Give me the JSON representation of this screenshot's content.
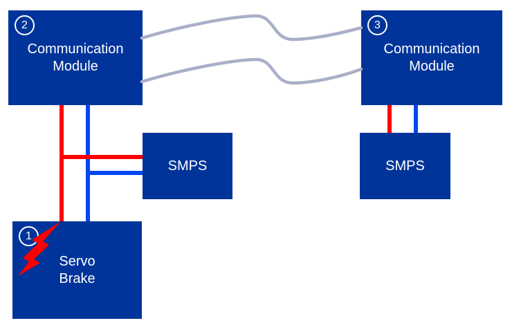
{
  "diagram": {
    "nodes": {
      "comm_left": {
        "badge": "2",
        "label": [
          "Communication",
          "Module"
        ]
      },
      "comm_right": {
        "badge": "3",
        "label": [
          "Communication",
          "Module"
        ]
      },
      "smps_left": {
        "label": [
          "SMPS"
        ]
      },
      "smps_right": {
        "label": [
          "SMPS"
        ]
      },
      "servo_brake": {
        "badge": "1",
        "label": [
          "Servo",
          "Brake"
        ]
      }
    },
    "links": [
      {
        "id": "wireless-top",
        "from": "comm_left",
        "to": "comm_right",
        "type": "wireless",
        "color": "#a9afc7"
      },
      {
        "id": "wireless-bottom",
        "from": "comm_left",
        "to": "comm_right",
        "type": "wireless",
        "color": "#a9afc7"
      },
      {
        "id": "red-feed-left",
        "from": "comm_left",
        "to": "servo_brake",
        "type": "wire",
        "color": "#ff0000"
      },
      {
        "id": "red-branch-left",
        "from": "red-feed-left",
        "to": "smps_left",
        "type": "wire",
        "color": "#ff0000"
      },
      {
        "id": "blue-feed-left",
        "from": "comm_left",
        "to": "servo_brake",
        "type": "wire",
        "color": "#0047f0"
      },
      {
        "id": "blue-branch-left",
        "from": "blue-feed-left",
        "to": "smps_left",
        "type": "wire",
        "color": "#0047f0"
      },
      {
        "id": "red-feed-right",
        "from": "comm_right",
        "to": "smps_right",
        "type": "wire",
        "color": "#ff0000"
      },
      {
        "id": "blue-feed-right",
        "from": "comm_right",
        "to": "smps_right",
        "type": "wire",
        "color": "#0047f0"
      }
    ],
    "fault_indicator": {
      "node": "servo_brake",
      "icon": "lightning-bolt",
      "color": "#ff0000"
    },
    "colors": {
      "node_fill": "#00349a",
      "node_text": "#ffffff",
      "wire_red": "#ff0000",
      "wire_blue": "#0047f0",
      "wireless_gray": "#a9afc7",
      "background": "#ffffff"
    }
  }
}
